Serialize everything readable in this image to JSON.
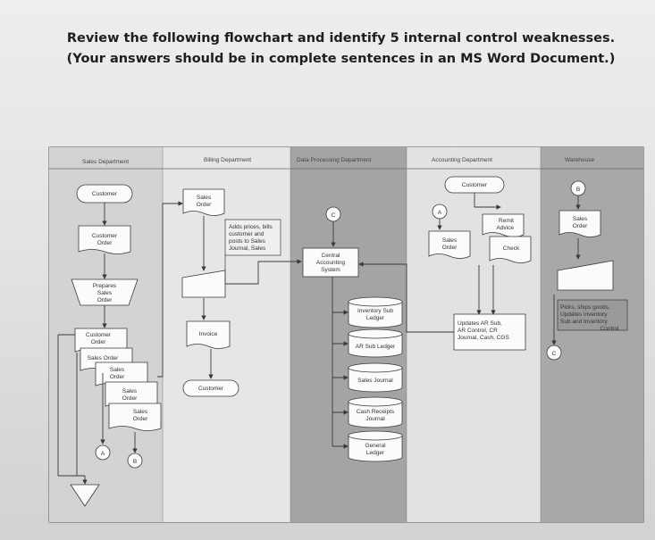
{
  "question": {
    "line1": "Review the following flowchart and identify 5 internal control weaknesses.",
    "line2": "(Your answers should be in complete sentences in an MS Word Document.)"
  },
  "flowchart": {
    "departments": [
      "Sales Department",
      "Billing Department",
      "Data Processing Department",
      "Accounting Department",
      "Warehouse"
    ],
    "sales": {
      "customer": "Customer",
      "customer_order": [
        "Customer",
        "Order"
      ],
      "prepares": [
        "Prepares",
        "Sales",
        "Order"
      ],
      "doc_customer_order": [
        "Customer",
        "Order"
      ],
      "doc_sales_order": "Sales Order",
      "doc_so2": [
        "Sales",
        "Order"
      ],
      "doc_so3": [
        "Sales",
        "Order"
      ],
      "doc_so4": [
        "Sales",
        "Order"
      ],
      "conn_a": "A",
      "conn_b": "B"
    },
    "billing": {
      "sales_order": [
        "Sales",
        "Order"
      ],
      "note": [
        "Adds prices, bills",
        "customer and",
        "posts to Sales",
        "Journal, Sales"
      ],
      "invoice": "Invoice",
      "customer": "Customer"
    },
    "dp": {
      "conn_c": "C",
      "central": [
        "Central",
        "Accounting",
        "System"
      ],
      "inv_sub": [
        "Inventory Sub",
        "Ledger"
      ],
      "ar_sub": "AR Sub Ledger",
      "sales_journal": "Sales Journal",
      "cash_receipts": [
        "Cash Receipts",
        "Journal"
      ],
      "general": [
        "General",
        "Ledger"
      ]
    },
    "accounting": {
      "customer": "Customer",
      "conn_a": "A",
      "remit": [
        "Remit",
        "Advice"
      ],
      "sales_order": [
        "Sales",
        "Order"
      ],
      "check": "Check",
      "updates": [
        "Updates AR Sub,",
        "AR Control, CR",
        "Journal, Cash, CGS"
      ]
    },
    "warehouse": {
      "conn_b": "B",
      "sales_order": [
        "Sales",
        "Order"
      ],
      "picks": [
        "Picks, ships goods,",
        "Updates inventory",
        "Sub and Inventory",
        "Control"
      ],
      "conn_c": "C"
    }
  }
}
